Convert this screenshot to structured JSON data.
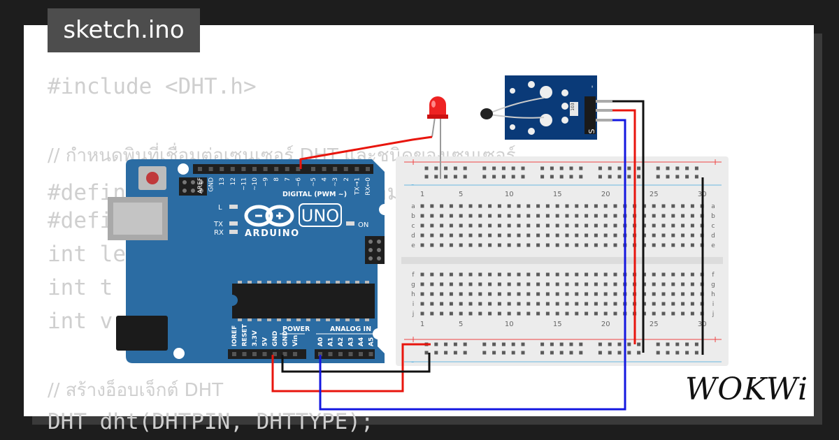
{
  "tab": {
    "filename": "sketch.ino"
  },
  "code": [
    "#include <DHT.h>",
    "",
    "// กำหนดพินที่เชื่อมต่อเซนเซอร์ DHT และชนิดของเซนเซอร์",
    "#define DHTPIN 2 // พินที่เชื่อมต่อเซนเซอร์ DHT",
    "#define DHTTYPE DHT11",
    "int led = 7;",
    "int t = 0;",
    "int v = 0;",
    "",
    "// สร้างอ็อบเจ็กต์ DHT",
    "DHT dht(DHTPIN, DHTTYPE);"
  ],
  "brand": {
    "logo_text": "WOKWi"
  },
  "board": {
    "name": "ARDUINO",
    "model": "UNO",
    "digital_label": "DIGITAL (PWM ~)",
    "digital_pins": [
      "AREF",
      "GND",
      "13",
      "12",
      "~11",
      "~10",
      "~9",
      "8",
      "7",
      "~6",
      "~5",
      "4",
      "~3",
      "2",
      "TX→1",
      "RX←0"
    ],
    "power_label": "POWER",
    "power_pins": [
      "IOREF",
      "RESET",
      "3.3V",
      "5V",
      "GND",
      "GND",
      "Vin"
    ],
    "analog_label": "ANALOG IN",
    "analog_pins": [
      "A0",
      "A1",
      "A2",
      "A3",
      "A4",
      "A5"
    ],
    "led_l": "L",
    "led_tx": "TX",
    "led_rx": "RX",
    "led_on": "ON",
    "color": "#2b6ca3"
  },
  "breadboard": {
    "col_numbers": [
      "1",
      "5",
      "10",
      "15",
      "20",
      "25",
      "30"
    ],
    "rows_top": [
      "a",
      "b",
      "c",
      "d",
      "e"
    ],
    "rows_bottom": [
      "f",
      "g",
      "h",
      "i",
      "j"
    ],
    "rail_plus": "+",
    "rail_minus": "-"
  },
  "sensor": {
    "pin_minus": "-",
    "pin_s": "S",
    "resistor_code": "103"
  },
  "wires": {
    "red": "#e8150d",
    "black": "#111111",
    "blue": "#1418e0"
  }
}
